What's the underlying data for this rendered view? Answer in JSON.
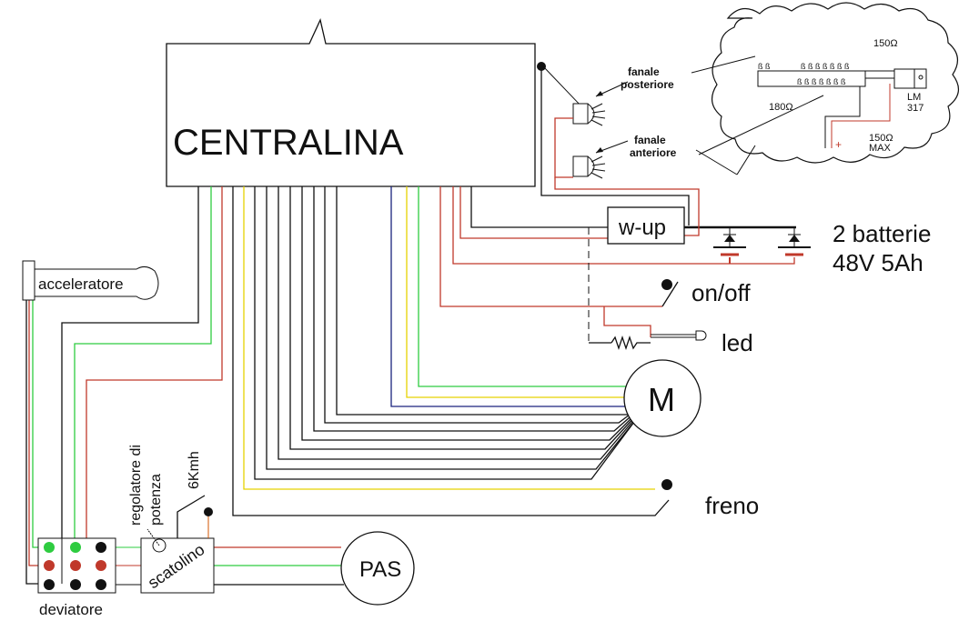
{
  "diagram": {
    "controller_label": "CENTRALINA",
    "rear_light_label": "fanale\nposteriore",
    "rear_light_lines": [
      "fanale",
      "posteriore"
    ],
    "front_light_lines": [
      "fanale",
      "anteriore"
    ],
    "wakeup_label": "w-up",
    "battery_lines": [
      "2 batterie",
      "48V 5Ah"
    ],
    "onoff_label": "on/off",
    "led_label": "led",
    "motor_label": "M",
    "brake_label": "freno",
    "pas_label": "PAS",
    "box_label": "scatolino",
    "switch_box_label": "deviatore",
    "throttle_label": "acceleratore",
    "power_regulator_lines": [
      "regolatore di",
      "potenza"
    ],
    "speed_label": "6Kmh",
    "inset": {
      "resistor_top": "150Ω",
      "resistor_bottom": "180Ω",
      "trimmer_lines": [
        "150Ω",
        "MAX"
      ],
      "regulator_lines": [
        "LM",
        "317"
      ],
      "plus": "+"
    },
    "colors": {
      "black": "#111111",
      "red": "#c0392b",
      "green": "#2ecc40",
      "yellow": "#e6d200",
      "blue": "#1a237e"
    }
  }
}
